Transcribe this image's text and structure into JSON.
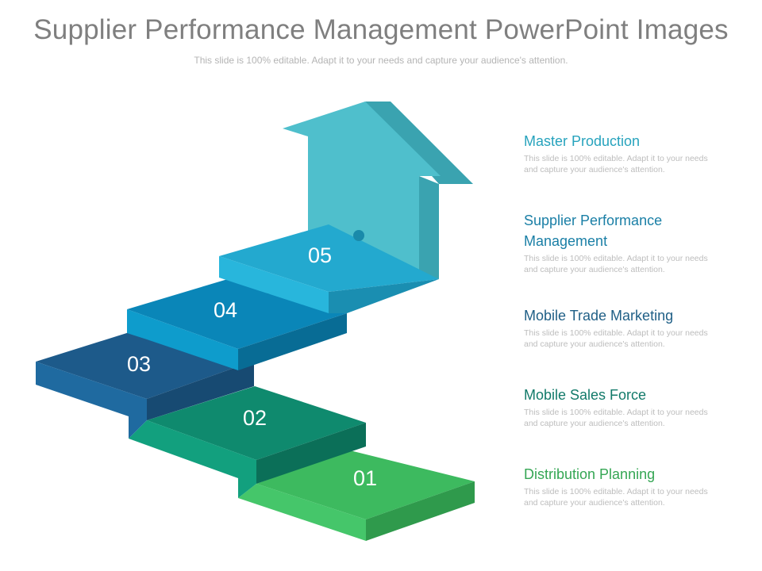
{
  "slide": {
    "title": "Supplier Performance Management PowerPoint Images",
    "subtitle": "This slide is 100% editable. Adapt it to your needs and capture your audience's attention."
  },
  "steps": [
    {
      "number": "01",
      "color": "#3dba5f"
    },
    {
      "number": "02",
      "color": "#0f8a6e"
    },
    {
      "number": "03",
      "color": "#1d5a8a"
    },
    {
      "number": "04",
      "color": "#0a86b8"
    },
    {
      "number": "05",
      "color": "#23a9cf"
    }
  ],
  "arrow_color": "#4fbfcc",
  "items": [
    {
      "title": "Master Production",
      "desc": "This slide is 100% editable. Adapt it to your needs and capture your audience's attention.",
      "color": "#27a3bd"
    },
    {
      "title": "Supplier Performance Management",
      "desc": "This slide is 100% editable. Adapt it to your needs and capture your audience's attention.",
      "color": "#1a7fa6"
    },
    {
      "title": "Mobile Trade Marketing",
      "desc": "This slide is 100% editable. Adapt it to your needs and capture your audience's attention.",
      "color": "#1f5f86"
    },
    {
      "title": "Mobile Sales Force",
      "desc": "This slide is 100% editable. Adapt it to your needs and capture your audience's attention.",
      "color": "#127a6a"
    },
    {
      "title": "Distribution Planning",
      "desc": "This slide is 100% editable. Adapt it to your needs and capture your audience's attention.",
      "color": "#35a654"
    }
  ]
}
